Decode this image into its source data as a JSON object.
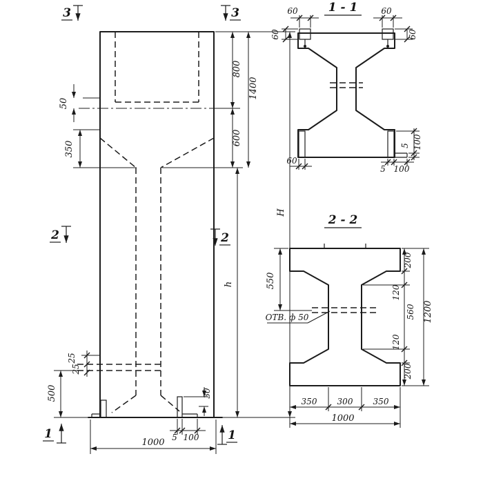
{
  "elevation": {
    "markers": {
      "top_left": "3",
      "top_right": "3",
      "mid_left": "2",
      "mid_right": "2",
      "bottom_left": "1",
      "bottom_right": "1"
    },
    "dims": {
      "step": "50",
      "taper": "350",
      "cap": "800",
      "neck": "600",
      "top_total": "1400",
      "overall": "H",
      "shaft": "h",
      "base": "500",
      "offset_a": "25",
      "offset_b": "25",
      "shoe": "30",
      "shoe_thk": "5",
      "shoe_len": "100",
      "width": "1000"
    }
  },
  "section_1_1": {
    "title": "1 - 1",
    "dims": {
      "plate_w_l": "60",
      "plate_h_l": "60",
      "plate_w_r": "60",
      "plate_h_r": "60",
      "shoe_w": "60",
      "shoe_thk": "5",
      "shoe_len": "100",
      "shoe_h": "100",
      "leg_thk": "5"
    }
  },
  "section_2_2": {
    "title": "2 - 2",
    "hole_label": "ОТВ. ф 50",
    "dims": {
      "flange_top": "200",
      "chamfer_top": "120",
      "web": "560",
      "chamfer_bot": "120",
      "flange_bot": "200",
      "height": "1200",
      "to_hole": "550",
      "bot_left": "350",
      "bot_mid": "300",
      "bot_right": "350",
      "width": "1000"
    }
  }
}
